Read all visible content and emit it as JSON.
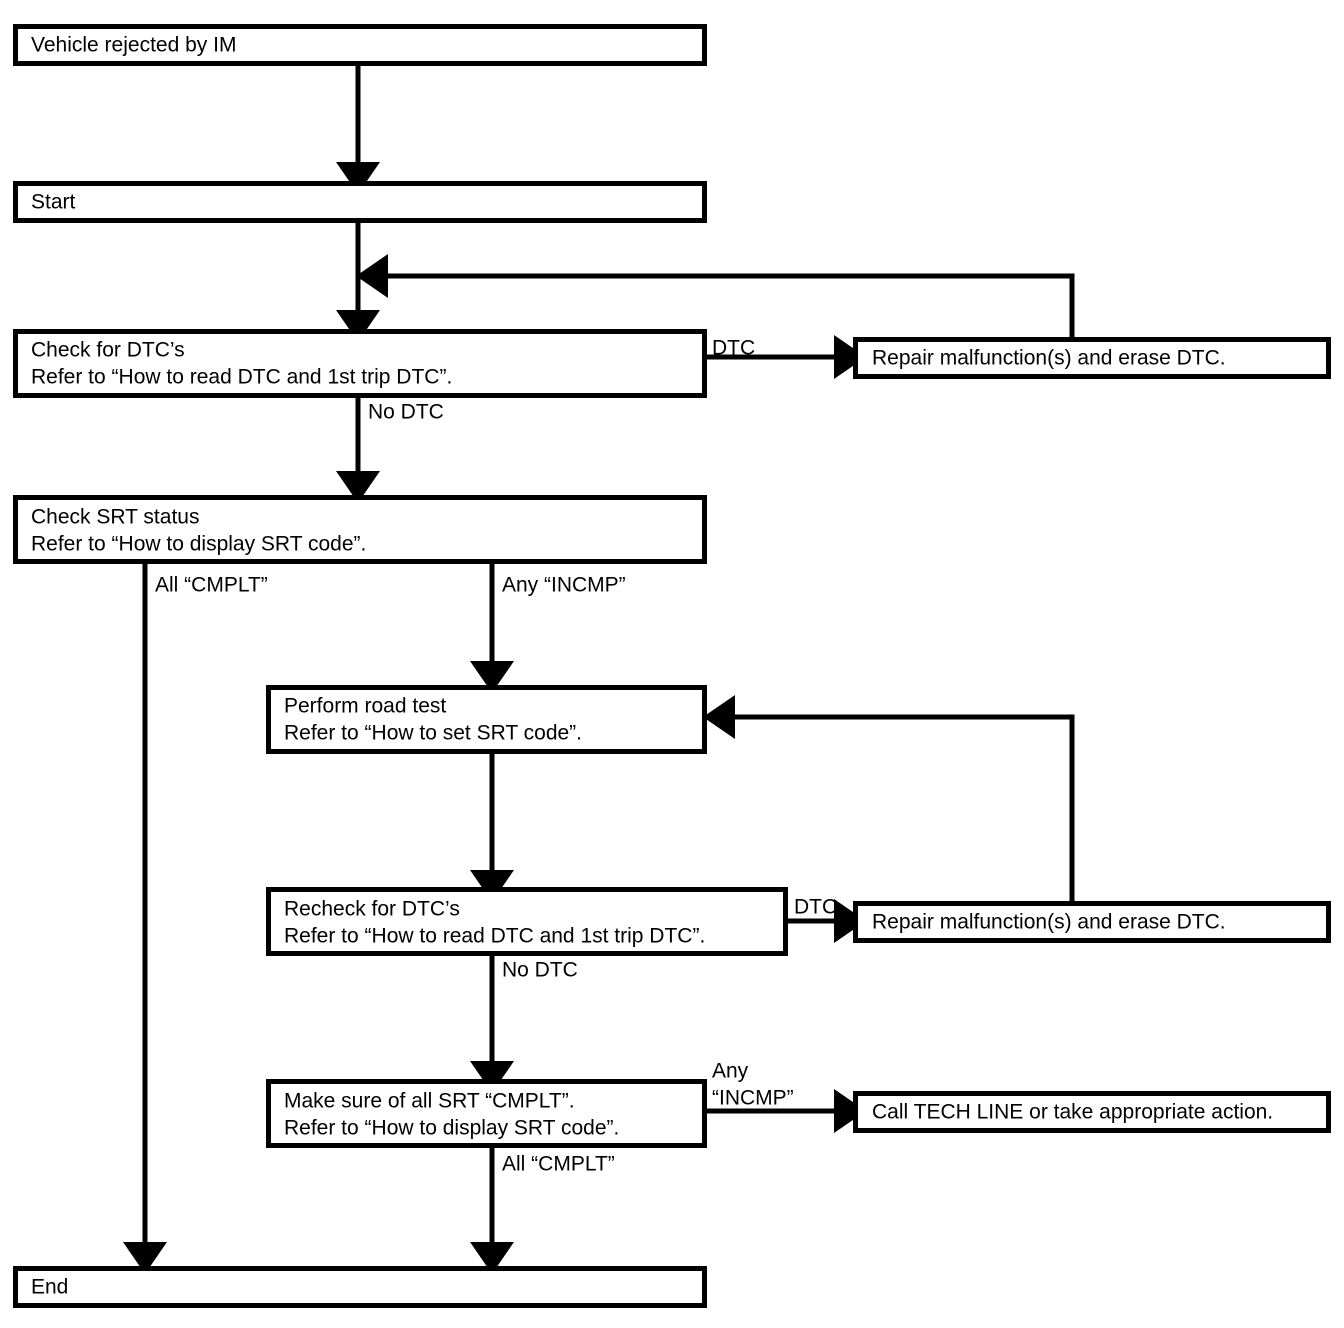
{
  "diagram": {
    "type": "flowchart",
    "title": "Vehicle IM readiness / DTC diagnostic work flow",
    "nodes": [
      {
        "id": "vehicle_rejected",
        "label": "Vehicle rejected by IM",
        "lines": [
          "Vehicle rejected by IM"
        ]
      },
      {
        "id": "start",
        "label": "Start",
        "lines": [
          "Start"
        ]
      },
      {
        "id": "check_dtc",
        "label": "Check for DTC’s",
        "lines": [
          "Check for DTC’s",
          "Refer to “How to read DTC and 1st trip DTC”."
        ]
      },
      {
        "id": "repair_1",
        "label": "Repair malfunction(s) and erase DTC.",
        "lines": [
          "Repair malfunction(s) and erase DTC."
        ]
      },
      {
        "id": "check_srt",
        "label": "Check SRT status",
        "lines": [
          "Check SRT status",
          "Refer to “How to display SRT code”."
        ]
      },
      {
        "id": "road_test",
        "label": "Perform road test",
        "lines": [
          "Perform road test",
          "Refer to “How to set SRT code”."
        ]
      },
      {
        "id": "recheck_dtc",
        "label": "Recheck for DTC’s",
        "lines": [
          "Recheck for DTC’s",
          "Refer to “How to read DTC and 1st trip DTC”."
        ]
      },
      {
        "id": "repair_2",
        "label": "Repair malfunction(s) and erase DTC.",
        "lines": [
          "Repair malfunction(s) and erase DTC."
        ]
      },
      {
        "id": "make_sure_srt",
        "label": "Make sure of all SRT “CMPLT”.",
        "lines": [
          "Make sure of all SRT “CMPLT”.",
          "Refer to “How to display SRT code”."
        ]
      },
      {
        "id": "tech_line",
        "label": "Call TECH LINE or take appropriate action.",
        "lines": [
          "Call TECH LINE or take appropriate action."
        ]
      },
      {
        "id": "end",
        "label": "End",
        "lines": [
          "End"
        ]
      }
    ],
    "edge_labels": [
      {
        "id": "dtc_1",
        "text": "DTC"
      },
      {
        "id": "no_dtc_1",
        "text": "No DTC"
      },
      {
        "id": "all_cmplt_1",
        "text": "All “CMPLT”"
      },
      {
        "id": "any_incmp_1",
        "text": "Any “INCMP”"
      },
      {
        "id": "dtc_2",
        "text": "DTC"
      },
      {
        "id": "no_dtc_2",
        "text": "No DTC"
      },
      {
        "id": "any_incmp_2_line1",
        "text": "Any"
      },
      {
        "id": "any_incmp_2_line2",
        "text": "“INCMP”"
      },
      {
        "id": "all_cmplt_2",
        "text": "All “CMPLT”"
      }
    ],
    "colors": {
      "stroke": "#000000",
      "fill": "#ffffff",
      "text": "#000000"
    }
  }
}
